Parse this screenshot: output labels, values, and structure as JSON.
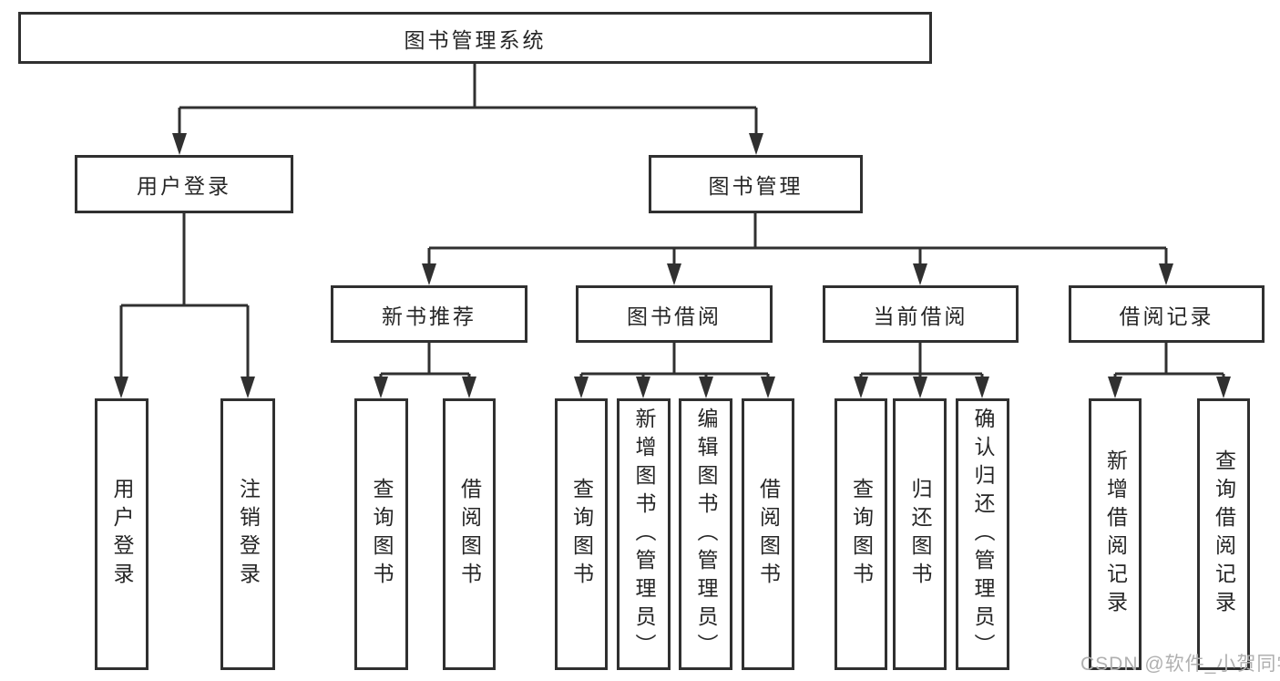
{
  "diagram_title": "图书管理系统",
  "colors": {
    "line": "#303030",
    "box_border": "#303030",
    "text": "#262626",
    "watermark": "#b0b0b0",
    "background": "#ffffff"
  },
  "watermark": {
    "text": "CSDN @软件_小贺同学"
  },
  "tree": {
    "root": {
      "label": "图书管理系统",
      "children": [
        {
          "label": "用户登录",
          "children": [
            {
              "label": "用户登录"
            },
            {
              "label": "注销登录"
            }
          ]
        },
        {
          "label": "图书管理",
          "children": [
            {
              "label": "新书推荐",
              "children": [
                {
                  "label": "查询图书"
                },
                {
                  "label": "借阅图书"
                }
              ]
            },
            {
              "label": "图书借阅",
              "children": [
                {
                  "label": "查询图书"
                },
                {
                  "label": "新增图书（管理员）"
                },
                {
                  "label": "编辑图书（管理员）"
                },
                {
                  "label": "借阅图书"
                }
              ]
            },
            {
              "label": "当前借阅",
              "children": [
                {
                  "label": "查询图书"
                },
                {
                  "label": "归还图书"
                },
                {
                  "label": "确认归还（管理员）"
                }
              ]
            },
            {
              "label": "借阅记录",
              "children": [
                {
                  "label": "新增借阅记录"
                },
                {
                  "label": "查询借阅记录"
                }
              ]
            }
          ]
        }
      ]
    }
  }
}
